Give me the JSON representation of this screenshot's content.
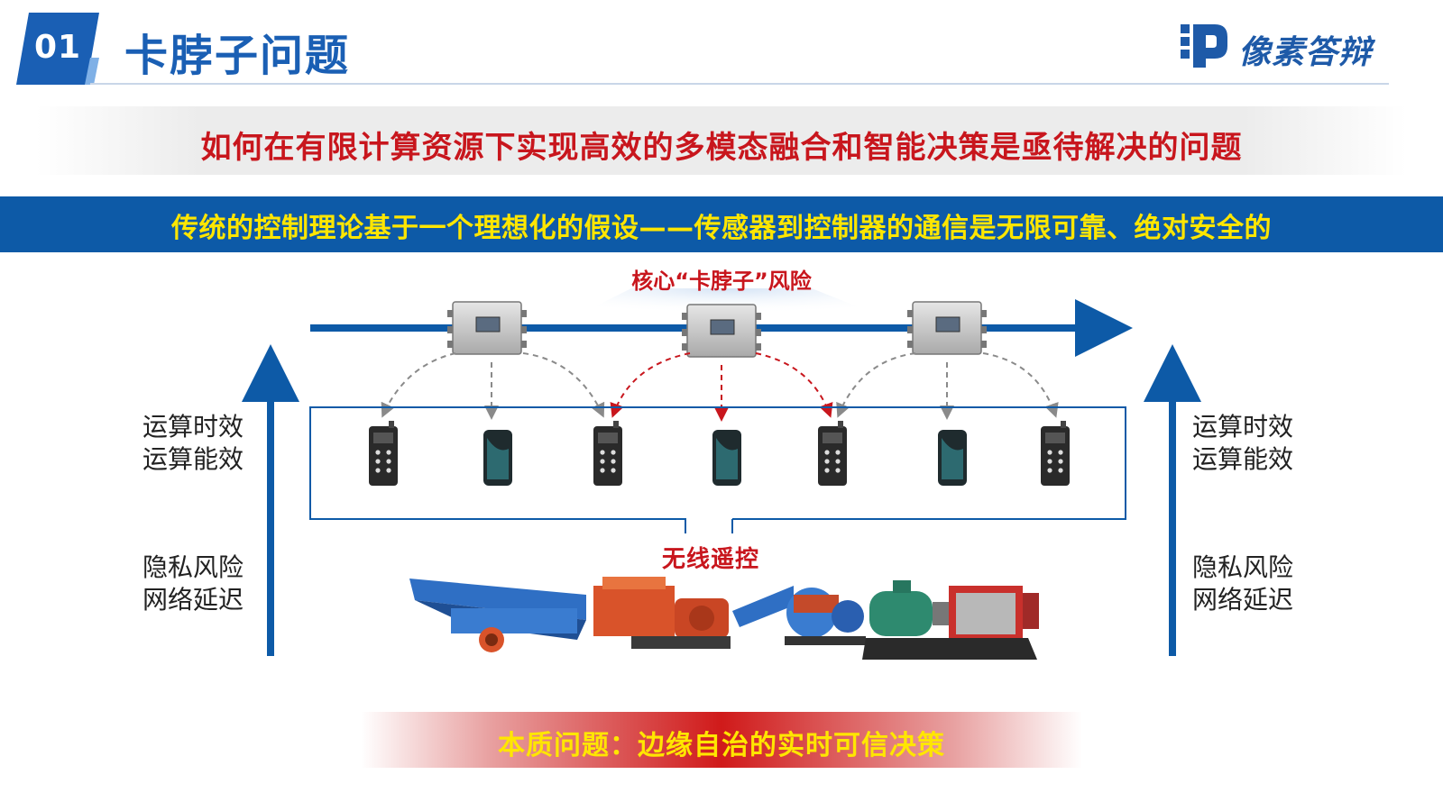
{
  "header": {
    "number": "01",
    "title": "卡脖子问题",
    "logo_text": "像素答辩",
    "accent": "#1a5fb4"
  },
  "question": "如何在有限计算资源下实现高效的多模态融合和智能决策是亟待解决的问题",
  "assumption": "传统的控制理论基于一个理想化的假设——传感器到控制器的通信是无限可靠、绝对安全的",
  "diagram": {
    "risk_label": "核心“卡脖子”风险",
    "left_labels": [
      "运算时效",
      "运算能效",
      "隐私风险",
      "网络延迟"
    ],
    "right_labels": [
      "运算时效",
      "运算能效",
      "隐私风险",
      "网络延迟"
    ],
    "wireless_label": "无线遥控",
    "controller_count": 3,
    "device_count": 7,
    "colors": {
      "blue": "#0d5aa7",
      "red": "#c8161d",
      "gray_arrow": "#8a8a8a"
    }
  },
  "conclusion": "本质问题：边缘自治的实时可信决策"
}
